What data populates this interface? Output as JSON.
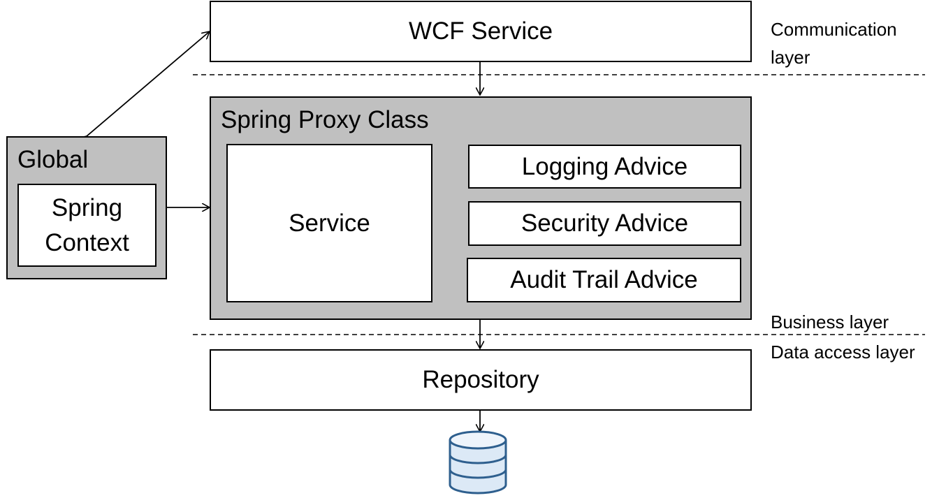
{
  "boxes": {
    "wcf_service": "WCF Service",
    "spring_proxy_class": "Spring Proxy Class",
    "service": "Service",
    "logging_advice": "Logging Advice",
    "security_advice": "Security Advice",
    "audit_trail_advice": "Audit Trail Advice",
    "global": "Global",
    "spring_context_line1": "Spring",
    "spring_context_line2": "Context",
    "repository": "Repository"
  },
  "layers": {
    "communication_line1": "Communication",
    "communication_line2": "layer",
    "business": "Business layer",
    "data_access": "Data access layer"
  },
  "icons": {
    "database": "database-icon"
  },
  "colors": {
    "container_fill": "#c0c0c0",
    "box_fill": "#ffffff",
    "stroke": "#000000",
    "database_fill": "#dce9f6",
    "database_stroke": "#2e5f8e"
  }
}
